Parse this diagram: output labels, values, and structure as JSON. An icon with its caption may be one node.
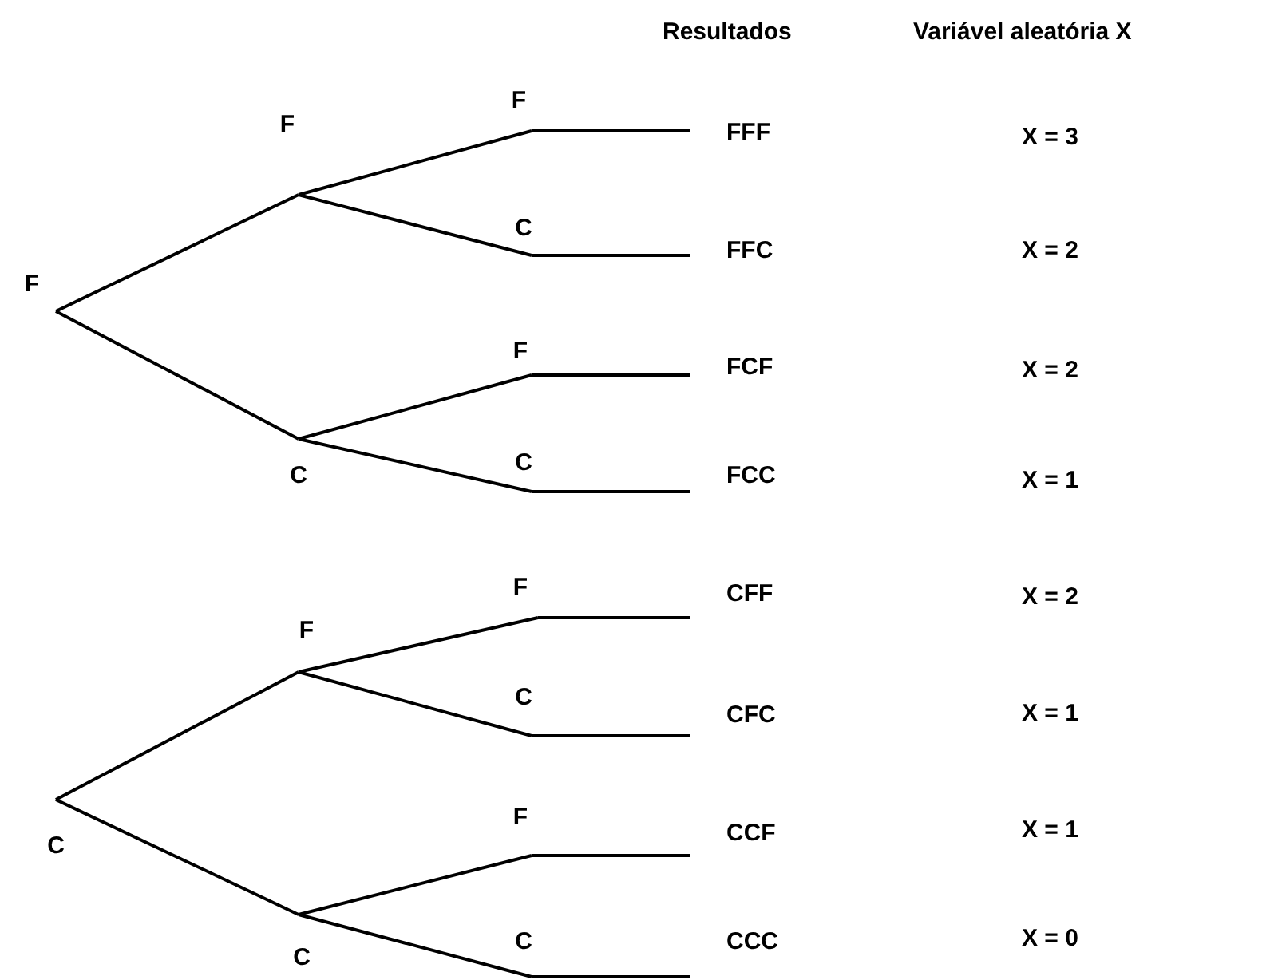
{
  "diagram": {
    "nodes": [
      {
        "text": [
          "F"
        ]
      },
      {
        "text": [
          "F"
        ]
      },
      {
        "text": [
          "F"
        ]
      },
      {
        "text": [
          "C"
        ]
      },
      {
        "text": [
          "C"
        ]
      },
      {
        "text": [
          "F"
        ]
      },
      {
        "text": [
          "C"
        ]
      },
      {
        "text": [
          "C"
        ]
      },
      {
        "text": [
          "F"
        ]
      },
      {
        "text": [
          "F"
        ]
      },
      {
        "text": [
          "C"
        ]
      },
      {
        "text": [
          "C"
        ]
      },
      {
        "text": [
          "F"
        ]
      },
      {
        "text": [
          "C"
        ]
      },
      {
        "text": [
          "FFF"
        ]
      },
      {
        "text": [
          "FFC"
        ]
      },
      {
        "text": [
          "FCF"
        ]
      },
      {
        "text": [
          "FCC"
        ]
      },
      {
        "text": [
          "CFF"
        ]
      },
      {
        "text": [
          "CFC"
        ]
      },
      {
        "text": [
          "CCF"
        ]
      },
      {
        "text": [
          "CCC"
        ]
      }
    ],
    "edges": [
      {
        "from": 0,
        "to": 1,
        "arrow": "none"
      },
      {
        "from": 0,
        "to": 4,
        "arrow": "none"
      },
      {
        "from": 1,
        "to": 2,
        "arrow": "none"
      },
      {
        "from": 1,
        "to": 3,
        "arrow": "none"
      },
      {
        "from": 4,
        "to": 5,
        "arrow": "none"
      },
      {
        "from": 4,
        "to": 6,
        "arrow": "none"
      },
      {
        "from": 7,
        "to": 8,
        "arrow": "none"
      },
      {
        "from": 7,
        "to": 11,
        "arrow": "none"
      },
      {
        "from": 8,
        "to": 9,
        "arrow": "none"
      },
      {
        "from": 8,
        "to": 10,
        "arrow": "none"
      },
      {
        "from": 11,
        "to": 12,
        "arrow": "none"
      },
      {
        "from": 11,
        "to": 13,
        "arrow": "none"
      },
      {
        "from": 2,
        "to": 14,
        "arrow": "none"
      },
      {
        "from": 3,
        "to": 15,
        "arrow": "none"
      },
      {
        "from": 5,
        "to": 16,
        "arrow": "none"
      },
      {
        "from": 6,
        "to": 17,
        "arrow": "none"
      },
      {
        "from": 9,
        "to": 18,
        "arrow": "none"
      },
      {
        "from": 10,
        "to": 19,
        "arrow": "none"
      },
      {
        "from": 12,
        "to": 20,
        "arrow": "none"
      },
      {
        "from": 13,
        "to": 21,
        "arrow": "none"
      }
    ],
    "labels": [
      "Resultados",
      "Variável aleatória X",
      "X = 3",
      "X = 2",
      "X = 2",
      "X = 1",
      "X = 2",
      "X = 1",
      "X = 1",
      "X = 0"
    ]
  }
}
